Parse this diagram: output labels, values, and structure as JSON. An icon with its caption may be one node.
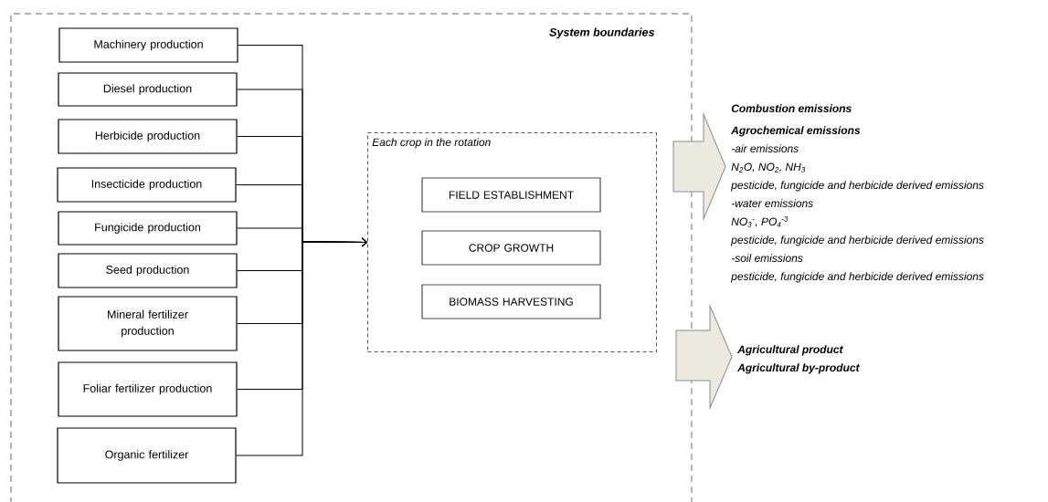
{
  "diagram": {
    "nodes": [
      {
        "text": [
          "System boundaries"
        ]
      },
      {
        "text": [
          "Machinery production"
        ],
        "in": 0
      },
      {
        "text": [
          "Diesel production"
        ],
        "in": 0
      },
      {
        "text": [
          "Herbicide production"
        ],
        "in": 0
      },
      {
        "text": [
          "Insecticide production"
        ],
        "in": 0
      },
      {
        "text": [
          "Fungicide production"
        ],
        "in": 0
      },
      {
        "text": [
          "Seed production"
        ],
        "in": 0
      },
      {
        "text": [
          "Mineral fertilizer production"
        ],
        "in": 0
      },
      {
        "text": [
          "Foliar fertilizer production"
        ],
        "in": 0
      },
      {
        "text": [
          "Organic fertilizer"
        ],
        "in": 0
      },
      {
        "text": [
          "Each crop in the rotation"
        ],
        "in": 0
      },
      {
        "text": [
          "FIELD ESTABLISHMENT"
        ],
        "in": 10
      },
      {
        "text": [
          "CROP GROWTH"
        ],
        "in": 10
      },
      {
        "text": [
          "BIOMASS HARVESTING"
        ],
        "in": 10
      },
      {
        "text": [
          "Combustion emissions",
          "Agrochemical emissions",
          "-air emissions",
          "N$_{2}$O, NO$_{2}$, NH$_{3}$",
          "pesticide, fungicide and herbicide derived emissions",
          "-water emissions",
          "NO$_{3}$$^{-}$, PO$_{4}$$^{-3}$",
          "pesticide, fungicide and herbicide derived emissions",
          "-soil emissions",
          "pesticide, fungicide and herbicide derived emissions"
        ]
      },
      {
        "text": [
          "Agricultural product",
          "Agricultural by-product"
        ]
      }
    ],
    "edges": [
      {
        "from": 1,
        "to": 10,
        "arrow": "to"
      },
      {
        "from": 2,
        "to": 10,
        "arrow": "to"
      },
      {
        "from": 3,
        "to": 10,
        "arrow": "to"
      },
      {
        "from": 4,
        "to": 10,
        "arrow": "to"
      },
      {
        "from": 5,
        "to": 10,
        "arrow": "to"
      },
      {
        "from": 6,
        "to": 10,
        "arrow": "to"
      },
      {
        "from": 7,
        "to": 10,
        "arrow": "to"
      },
      {
        "from": 8,
        "to": 10,
        "arrow": "to"
      },
      {
        "from": 9,
        "to": 10,
        "arrow": "to"
      },
      {
        "from": null,
        "to": 14,
        "arrow": "to",
        "style": "thick"
      },
      {
        "from": null,
        "to": 15,
        "arrow": "to",
        "style": "thick"
      }
    ]
  }
}
